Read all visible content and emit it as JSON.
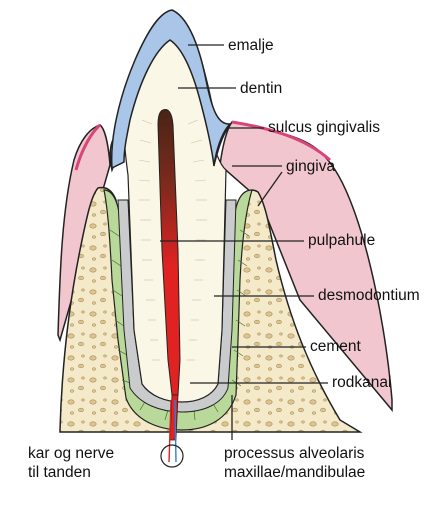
{
  "labels": {
    "emalje": "emalje",
    "dentin": "dentin",
    "sulcus": "sulcus gingivalis",
    "gingiva": "gingiva",
    "pulpahule": "pulpahule",
    "desmodontium": "desmodontium",
    "cement": "cement",
    "rodkanal": "rodkanal",
    "nerve_line1": "kar og nerve",
    "nerve_line2": "til tanden",
    "process_line1": "processus alveolaris",
    "process_line2": "maxillae/mandibulae"
  },
  "colors": {
    "enamel": "#a9c6e8",
    "dentin": "#fbf7e6",
    "pulp_top": "#5a2a1a",
    "pulp_bottom": "#e02222",
    "gingiva": "#f2c6cf",
    "gingiva_edge": "#d9457a",
    "bone": "#f4e9c9",
    "bone_spots": "#d8c08c",
    "ligament": "#b9d99a",
    "cementum": "#c9cbcc",
    "nerve_blue": "#2f7fd6",
    "outline": "#222222"
  }
}
